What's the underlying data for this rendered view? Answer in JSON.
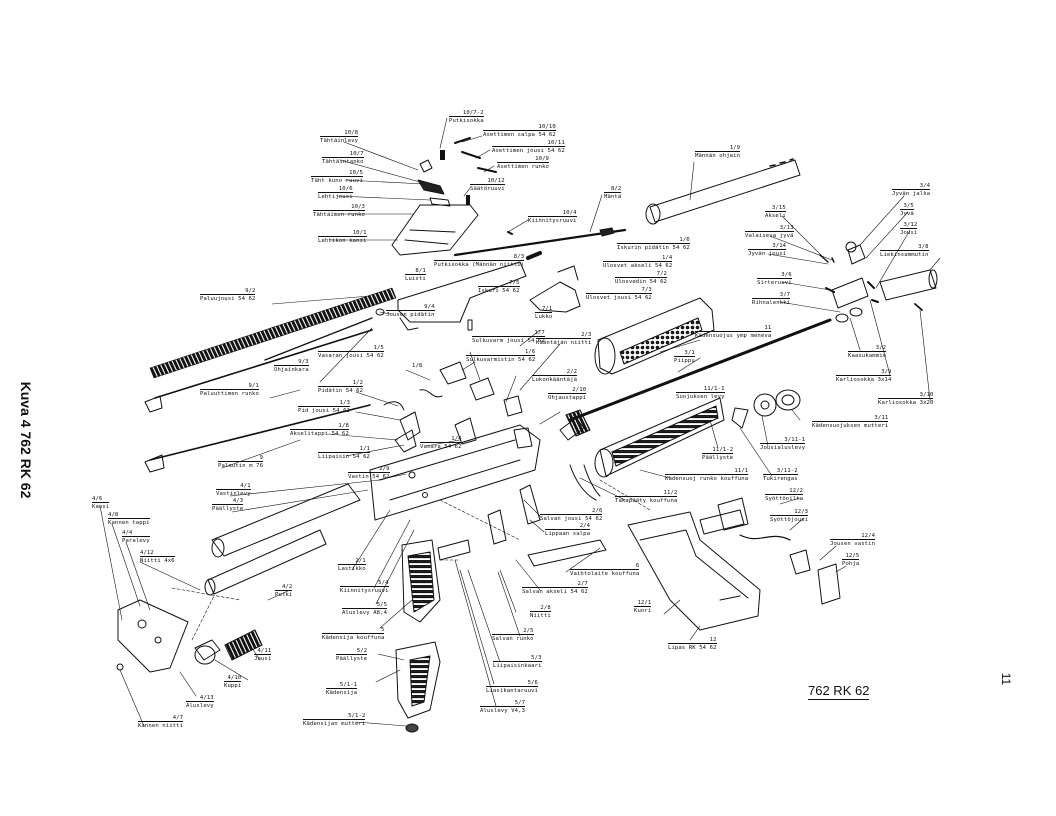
{
  "figure": {
    "side_title": "Kuva 4 762 RK 62",
    "model_title": "762 RK 62",
    "page_number": "11"
  },
  "parts": [
    {
      "id": "p1",
      "num": "10/7-2",
      "name": "Putkisokka"
    },
    {
      "id": "p2",
      "num": "10/10",
      "name": "Asettimen salpa 54 62"
    },
    {
      "id": "p3",
      "num": "10/11",
      "name": "Asettimen jousi 54 62"
    },
    {
      "id": "p4",
      "num": "10/9",
      "name": "Asettimen runko"
    },
    {
      "id": "p5",
      "num": "10/8",
      "name": "Tähtäinlevy"
    },
    {
      "id": "p6",
      "num": "10/7",
      "name": "Tähtäintanko"
    },
    {
      "id": "p7",
      "num": "10/5",
      "name": "Täht kuno ruuvi"
    },
    {
      "id": "p8",
      "num": "10/12",
      "name": "Säätöruuvi"
    },
    {
      "id": "p9",
      "num": "10/6",
      "name": "Lehtijousi"
    },
    {
      "id": "p10",
      "num": "10/3",
      "name": "Tähtäimen runko"
    },
    {
      "id": "p11",
      "num": "10/4",
      "name": "Kiinnitysruuvi"
    },
    {
      "id": "p12",
      "num": "10/1",
      "name": "Lehtikon kansi"
    },
    {
      "id": "p13",
      "num": "8/3",
      "name": "Putkisokka (Männän niitti)"
    },
    {
      "id": "p14",
      "num": "8/2",
      "name": "Mäntä"
    },
    {
      "id": "p15",
      "num": "1/9",
      "name": "Männän ohjain"
    },
    {
      "id": "p16",
      "num": "3/4",
      "name": "Jyvän jalka"
    },
    {
      "id": "p17",
      "num": "3/5",
      "name": "Jyvä"
    },
    {
      "id": "p18",
      "num": "3/12",
      "name": "Jousi"
    },
    {
      "id": "p19",
      "num": "3/15",
      "name": "Akseli"
    },
    {
      "id": "p20",
      "num": "3/13",
      "name": "Valaiseva jyvä"
    },
    {
      "id": "p21",
      "num": "3/14",
      "name": "Jyvän jousi"
    },
    {
      "id": "p22",
      "num": "3/8",
      "name": "Liekinsammutin"
    },
    {
      "id": "p23",
      "num": "1/6",
      "name": "Iskurin pidätin 54 62"
    },
    {
      "id": "p24",
      "num": "1/4",
      "name": "Ulosvet akseli 54 62"
    },
    {
      "id": "p25",
      "num": "7/2",
      "name": "Ulosvedin 54 62"
    },
    {
      "id": "p26",
      "num": "7/3",
      "name": "Ulosvet jousi 54 62"
    },
    {
      "id": "p27",
      "num": "7/5",
      "name": "Iskuri 54 62"
    },
    {
      "id": "p28",
      "num": "8/1",
      "name": "Luisti"
    },
    {
      "id": "p29",
      "num": "9/2",
      "name": "Paluujousi 54 62"
    },
    {
      "id": "p30",
      "num": "7/1",
      "name": "Lukko"
    },
    {
      "id": "p31",
      "num": "3/6",
      "name": "Sirteruuvi"
    },
    {
      "id": "p32",
      "num": "3/7",
      "name": "Rihnalenkki"
    },
    {
      "id": "p33",
      "num": "9/4",
      "name": "Jousen pidätin"
    },
    {
      "id": "p34",
      "num": "1/7",
      "name": "Sulkuvarm jousi 54 62"
    },
    {
      "id": "p35",
      "num": "2/3",
      "name": "Kääntäjän niitti"
    },
    {
      "id": "p36",
      "num": "11",
      "name": "Kädensuojus ymp meneva"
    },
    {
      "id": "p37",
      "num": "3/2",
      "name": "Kaasukammio"
    },
    {
      "id": "p38",
      "num": "1/5",
      "name": "Vasaran jousi 54 62"
    },
    {
      "id": "p39",
      "num": "1/6",
      "name": "Sulkuvarmistin 54 62"
    },
    {
      "id": "p40",
      "num": "9/3",
      "name": "Ohjainkara"
    },
    {
      "id": "p41",
      "num": "3/1",
      "name": "Piippu"
    },
    {
      "id": "p42",
      "num": "3/9",
      "name": "Karliosokka 3x14"
    },
    {
      "id": "p43",
      "num": "2/2",
      "name": "Lukonkääntäjä"
    },
    {
      "id": "p44",
      "num": "9/1",
      "name": "Paluuttimen runko"
    },
    {
      "id": "p45",
      "num": "1/8",
      "name": ""
    },
    {
      "id": "p46",
      "num": "1/2",
      "name": "Pidätin 54 62"
    },
    {
      "id": "p47",
      "num": "3/10",
      "name": "Karliosokka 3x20"
    },
    {
      "id": "p48",
      "num": "2/10",
      "name": "Ohjaustappi"
    },
    {
      "id": "p49",
      "num": "11/1-1",
      "name": "Suojuksen levy"
    },
    {
      "id": "p50",
      "num": "1/3",
      "name": "Pid jousi 54 62"
    },
    {
      "id": "p51",
      "num": "3/11",
      "name": "Kädensuojuksen mutteri"
    },
    {
      "id": "p52",
      "num": "1/8",
      "name": "Akselitappi 54 62"
    },
    {
      "id": "p53",
      "num": "3/11-1",
      "name": "Jousialuslevy"
    },
    {
      "id": "p54",
      "num": "1/4",
      "name": "Vasara 54 62"
    },
    {
      "id": "p55",
      "num": "1/1",
      "name": "Liipaisin 54 62"
    },
    {
      "id": "p56",
      "num": "11/1-2",
      "name": "Päällyste"
    },
    {
      "id": "p57",
      "num": "9",
      "name": "Palautin m 76"
    },
    {
      "id": "p58",
      "num": "3/11-2",
      "name": "Tukirengas"
    },
    {
      "id": "p59",
      "num": "2/9",
      "name": "Vastin 54 62"
    },
    {
      "id": "p60",
      "num": "11/1",
      "name": "Kädensuoj runko kouffuna"
    },
    {
      "id": "p61",
      "num": "4/1",
      "name": "Vastinlevy"
    },
    {
      "id": "p62",
      "num": "11/2",
      "name": "Takapääty kouffuna"
    },
    {
      "id": "p63",
      "num": "12/2",
      "name": "Syöttöoilta"
    },
    {
      "id": "p64",
      "num": "4/3",
      "name": "Päällyste"
    },
    {
      "id": "p65",
      "num": "2/6",
      "name": "Salvan jousi 54 62"
    },
    {
      "id": "p66",
      "num": "12/3",
      "name": "Syöttöjousi"
    },
    {
      "id": "p67",
      "num": "4/6",
      "name": "Kansi"
    },
    {
      "id": "p68",
      "num": "4/8",
      "name": "Kannen tappi"
    },
    {
      "id": "p69",
      "num": "2/4",
      "name": "Lippaan salpa"
    },
    {
      "id": "p70",
      "num": "12/4",
      "name": "Jousen vastin"
    },
    {
      "id": "p71",
      "num": "4/4",
      "name": "Paralevy"
    },
    {
      "id": "p72",
      "num": "6",
      "name": "Vaihtolaite kouffuna"
    },
    {
      "id": "p73",
      "num": "12/5",
      "name": "Pohja"
    },
    {
      "id": "p74",
      "num": "4/12",
      "name": "Niitti 4x6"
    },
    {
      "id": "p75",
      "num": "2/1",
      "name": "Lastikko"
    },
    {
      "id": "p76",
      "num": "5/4",
      "name": "Kiinnitysruuvi"
    },
    {
      "id": "p77",
      "num": "2/7",
      "name": "Salvan akseli 54 62"
    },
    {
      "id": "p78",
      "num": "4/2",
      "name": "Putki"
    },
    {
      "id": "p79",
      "num": "12/1",
      "name": "Kuori"
    },
    {
      "id": "p80",
      "num": "5/5",
      "name": "Aluslevy A8,4"
    },
    {
      "id": "p81",
      "num": "2/8",
      "name": "Niitti"
    },
    {
      "id": "p82",
      "num": "5",
      "name": "Kädensija kouffuna"
    },
    {
      "id": "p83",
      "num": "2/5",
      "name": "Salvan runko"
    },
    {
      "id": "p84",
      "num": "12",
      "name": "Lipas RK 54 62"
    },
    {
      "id": "p85",
      "num": "4/11",
      "name": "Jousi"
    },
    {
      "id": "p86",
      "num": "5/2",
      "name": "Päällyste"
    },
    {
      "id": "p87",
      "num": "5/3",
      "name": "Liipaisinkaari"
    },
    {
      "id": "p88",
      "num": "4/10",
      "name": "Kuppi"
    },
    {
      "id": "p89",
      "num": "5/1-1",
      "name": "Kädensija"
    },
    {
      "id": "p90",
      "num": "5/6",
      "name": "Liasikantaruuvi"
    },
    {
      "id": "p91",
      "num": "4/13",
      "name": "Aluslevy"
    },
    {
      "id": "p92",
      "num": "5/7",
      "name": "Aluslevy V4,3"
    },
    {
      "id": "p93",
      "num": "4/7",
      "name": "Kannen niitti"
    },
    {
      "id": "p94",
      "num": "5/1-2",
      "name": "Kädensijan mutteri"
    }
  ]
}
